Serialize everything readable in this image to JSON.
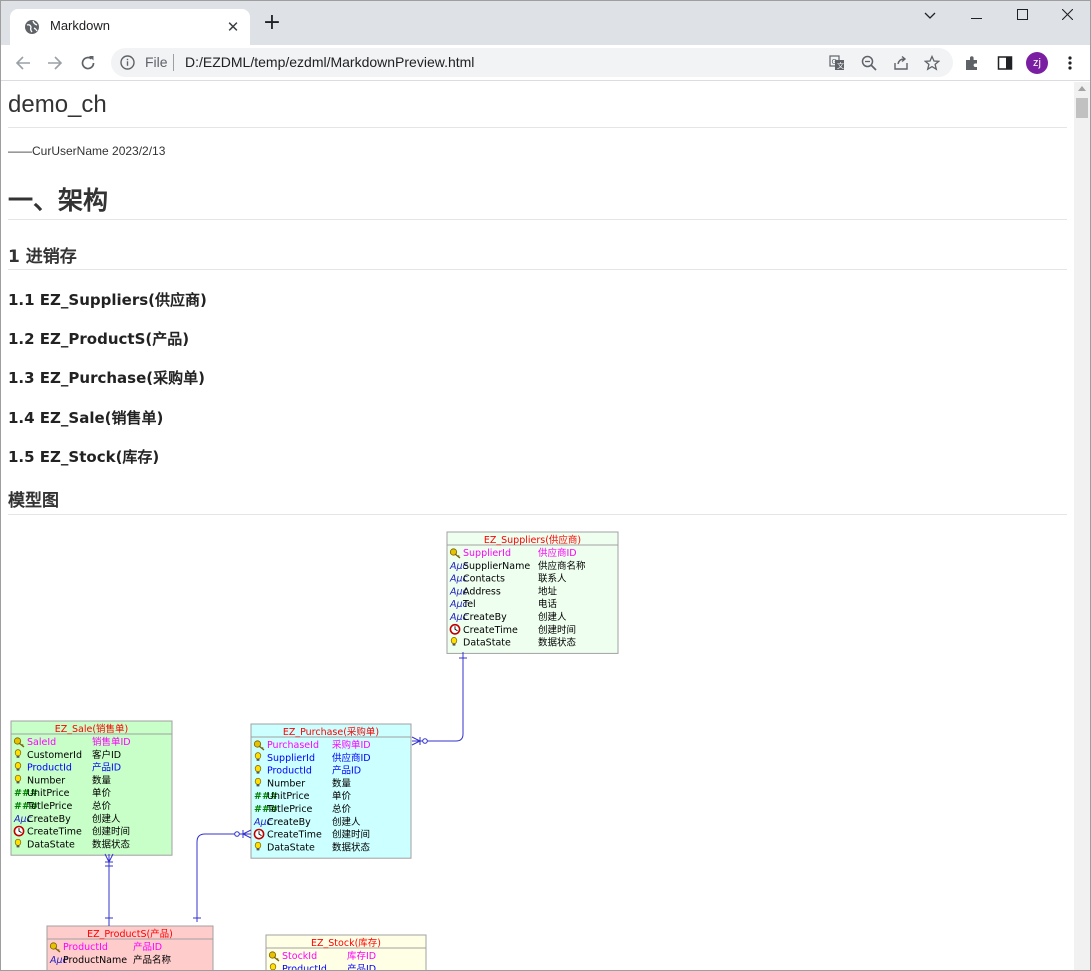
{
  "browser": {
    "tab_title": "Markdown",
    "url_scheme": "File",
    "url": "D:/EZDML/temp/ezdml/MarkdownPreview.html",
    "profile_initials": "zj",
    "profile_color": "#7b1fa2"
  },
  "page": {
    "title": "demo_ch",
    "subtitle": "——CurUserName 2023/2/13",
    "section_heading": "一、架构",
    "group_heading": "1 进销存",
    "tables": [
      "1.1 EZ_Suppliers(供应商)",
      "1.2 EZ_ProductS(产品)",
      "1.3 EZ_Purchase(采购单)",
      "1.4 EZ_Sale(销售单)",
      "1.5 EZ_Stock(库存)"
    ],
    "diagram_heading": "模型图"
  },
  "diagram": {
    "entities": [
      {
        "id": "suppliers",
        "title": "EZ_Suppliers(供应商)",
        "bg": "#efffef",
        "fields": [
          {
            "icon": "pk-key",
            "name": "SupplierId",
            "label": "供应商ID",
            "color": "#ff00ff"
          },
          {
            "icon": "text-abc",
            "name": "SupplierName",
            "label": "供应商名称",
            "color": "#000000"
          },
          {
            "icon": "text-abc",
            "name": "Contacts",
            "label": "联系人",
            "color": "#000000"
          },
          {
            "icon": "text-abc",
            "name": "Address",
            "label": "地址",
            "color": "#000000"
          },
          {
            "icon": "text-abc",
            "name": "Tel",
            "label": "电话",
            "color": "#000000"
          },
          {
            "icon": "text-abc",
            "name": "CreateBy",
            "label": "创建人",
            "color": "#000000"
          },
          {
            "icon": "clock",
            "name": "CreateTime",
            "label": "创建时间",
            "color": "#000000"
          },
          {
            "icon": "bulb",
            "name": "DataState",
            "label": "数据状态",
            "color": "#000000"
          }
        ]
      },
      {
        "id": "sale",
        "title": "EZ_Sale(销售单)",
        "bg": "#c8ffc8",
        "fields": [
          {
            "icon": "pk-key",
            "name": "SaleId",
            "label": "销售单ID",
            "color": "#ff00ff"
          },
          {
            "icon": "bulb",
            "name": "CustomerId",
            "label": "客户ID",
            "color": "#000000"
          },
          {
            "icon": "bulb",
            "name": "ProductId",
            "label": "产品ID",
            "color": "#0000ff"
          },
          {
            "icon": "bulb",
            "name": "Number",
            "label": "数量",
            "color": "#000000"
          },
          {
            "icon": "num-hash",
            "name": "UnitPrice",
            "label": "单价",
            "color": "#000000"
          },
          {
            "icon": "num-hash",
            "name": "TotlePrice",
            "label": "总价",
            "color": "#000000"
          },
          {
            "icon": "text-abc",
            "name": "CreateBy",
            "label": "创建人",
            "color": "#000000"
          },
          {
            "icon": "clock",
            "name": "CreateTime",
            "label": "创建时间",
            "color": "#000000"
          },
          {
            "icon": "bulb",
            "name": "DataState",
            "label": "数据状态",
            "color": "#000000"
          }
        ]
      },
      {
        "id": "purchase",
        "title": "EZ_Purchase(采购单)",
        "bg": "#ccffff",
        "fields": [
          {
            "icon": "pk-key",
            "name": "PurchaseId",
            "label": "采购单ID",
            "color": "#ff00ff"
          },
          {
            "icon": "bulb",
            "name": "SupplierId",
            "label": "供应商ID",
            "color": "#0000ff"
          },
          {
            "icon": "bulb",
            "name": "ProductId",
            "label": "产品ID",
            "color": "#0000ff"
          },
          {
            "icon": "bulb",
            "name": "Number",
            "label": "数量",
            "color": "#000000"
          },
          {
            "icon": "num-hash",
            "name": "UnitPrice",
            "label": "单价",
            "color": "#000000"
          },
          {
            "icon": "num-hash",
            "name": "TotlePrice",
            "label": "总价",
            "color": "#000000"
          },
          {
            "icon": "text-abc",
            "name": "CreateBy",
            "label": "创建人",
            "color": "#000000"
          },
          {
            "icon": "clock",
            "name": "CreateTime",
            "label": "创建时间",
            "color": "#000000"
          },
          {
            "icon": "bulb",
            "name": "DataState",
            "label": "数据状态",
            "color": "#000000"
          }
        ]
      },
      {
        "id": "products",
        "title": "EZ_ProductS(产品)",
        "bg": "#ffcccc",
        "fields": [
          {
            "icon": "pk-key",
            "name": "ProductId",
            "label": "产品ID",
            "color": "#ff00ff"
          },
          {
            "icon": "text-abc",
            "name": "ProductName",
            "label": "产品名称",
            "color": "#000000"
          }
        ]
      },
      {
        "id": "stock",
        "title": "EZ_Stock(库存)",
        "bg": "#ffffe6",
        "fields": [
          {
            "icon": "pk-key",
            "name": "StockId",
            "label": "库存ID",
            "color": "#ff00ff"
          },
          {
            "icon": "bulb",
            "name": "ProductId",
            "label": "产品ID",
            "color": "#0000ff"
          }
        ]
      }
    ],
    "title_color": "#ff0000",
    "line_color": "#3333cc"
  }
}
